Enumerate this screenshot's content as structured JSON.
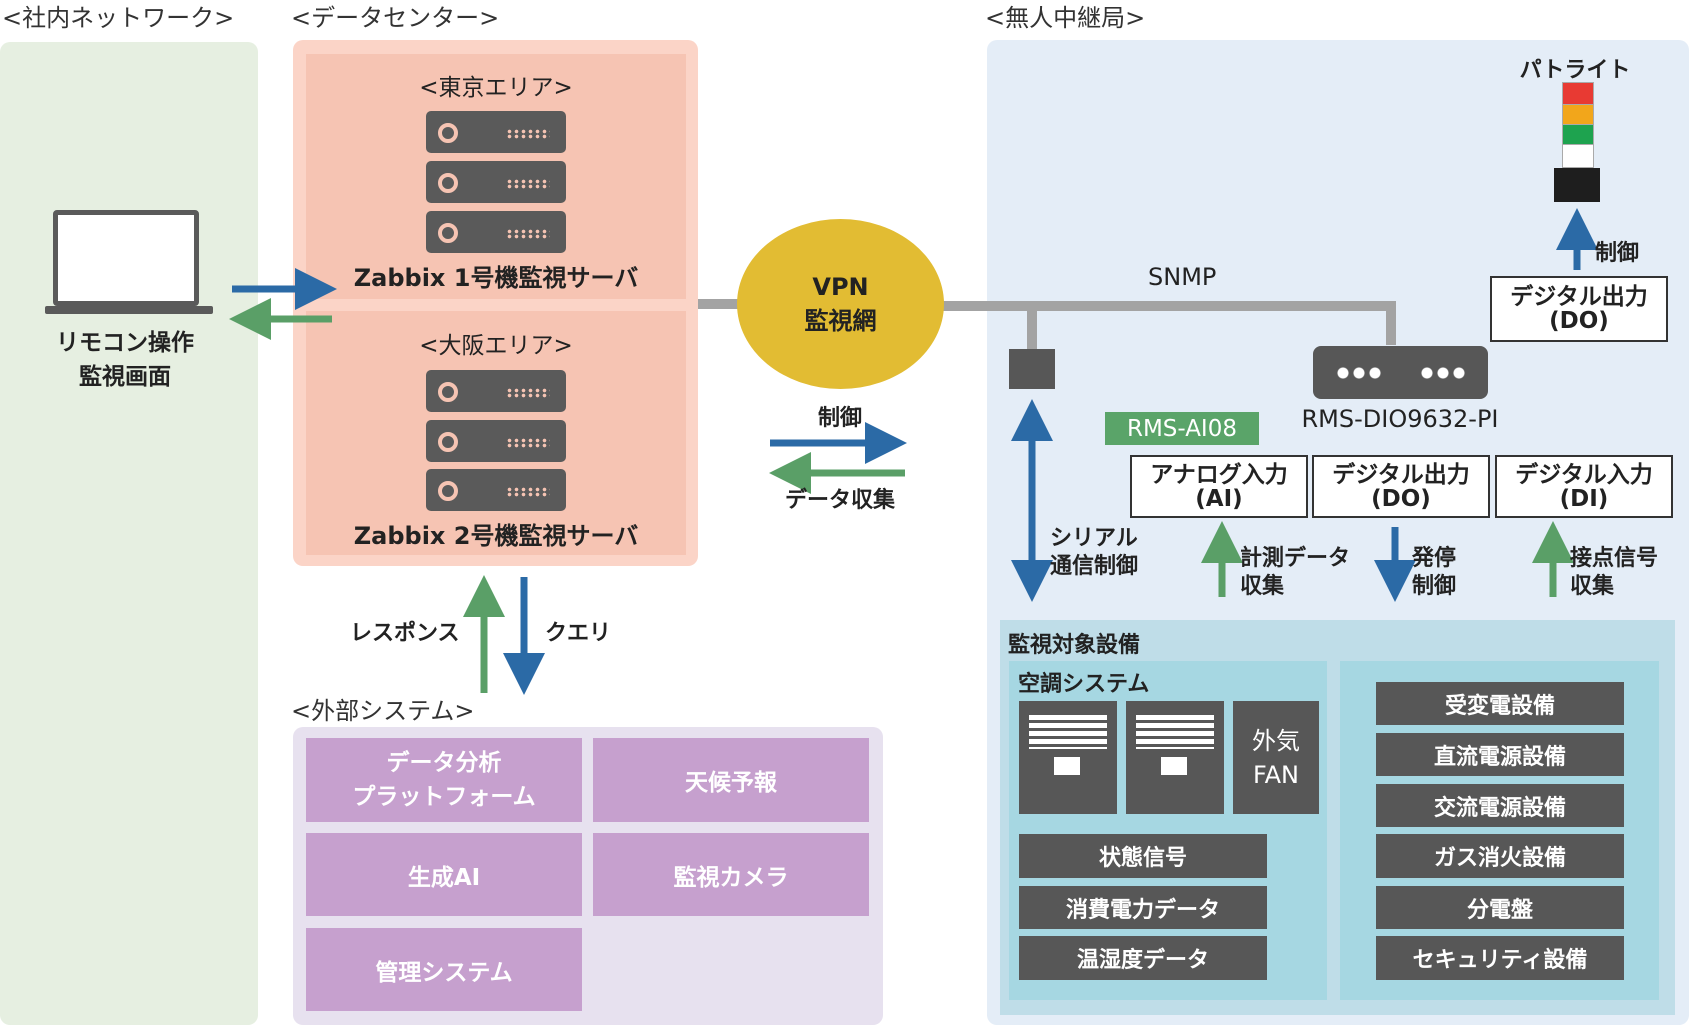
{
  "sections": {
    "intranet": "<社内ネットワーク>",
    "datacenter": "<データセンター>",
    "station": "<無人中継局>",
    "external": "<外部システム>"
  },
  "intranet": {
    "screen_label": "リモコン操作\n監視画面"
  },
  "datacenter": {
    "tokyo": {
      "area": "<東京エリア>",
      "server": "Zabbix 1号機監視サーバ"
    },
    "osaka": {
      "area": "<大阪エリア>",
      "server": "Zabbix 2号機監視サーバ"
    }
  },
  "vpn": {
    "label": "VPN\n監視網"
  },
  "center_arrows": {
    "control": "制御",
    "collect": "データ収集"
  },
  "external_arrows": {
    "response": "レスポンス",
    "query": "クエリ"
  },
  "external": {
    "items": [
      "データ分析\nプラットフォーム",
      "天候予報",
      "生成AI",
      "監視カメラ",
      "管理システム"
    ]
  },
  "station": {
    "snmp": "SNMP",
    "patlite": "パトライト",
    "patlite_colors": [
      "#e83a33",
      "#f2a61b",
      "#1ea34f",
      "#ffffff"
    ],
    "patlite_control": "制御",
    "patlite_do": "デジタル出力\n(DO)",
    "device_name": "RMS-DIO9632-PI",
    "ai_badge": "RMS-AI08",
    "ai_badge_color": "#5aa469",
    "io_boxes": [
      "アナログ入力\n(AI)",
      "デジタル出力\n(DO)",
      "デジタル入力\n(DI)"
    ],
    "serial_label": "シリアル\n通信制御",
    "measure_label": "計測データ\n収集",
    "start_stop_label": "発停\n制御",
    "contact_label": "接点信号\n収集",
    "equipment_title": "監視対象設備",
    "aircon_title": "空調システム",
    "outside_fan": "外気\nFAN",
    "aircon_items": [
      "状態信号",
      "消費電力データ",
      "温湿度データ"
    ],
    "facility_items": [
      "受変電設備",
      "直流電源設備",
      "交流電源設備",
      "ガス消火設備",
      "分電盤",
      "セキュリティ設備"
    ]
  },
  "colors": {
    "blue_arrow": "#2b6aa6",
    "green_arrow": "#5a9f67",
    "intranet_bg": "#e6efe1",
    "datacenter_bg": "#fbd4c7",
    "station_bg": "#e4edf7",
    "vpn": "#e2bc33"
  }
}
